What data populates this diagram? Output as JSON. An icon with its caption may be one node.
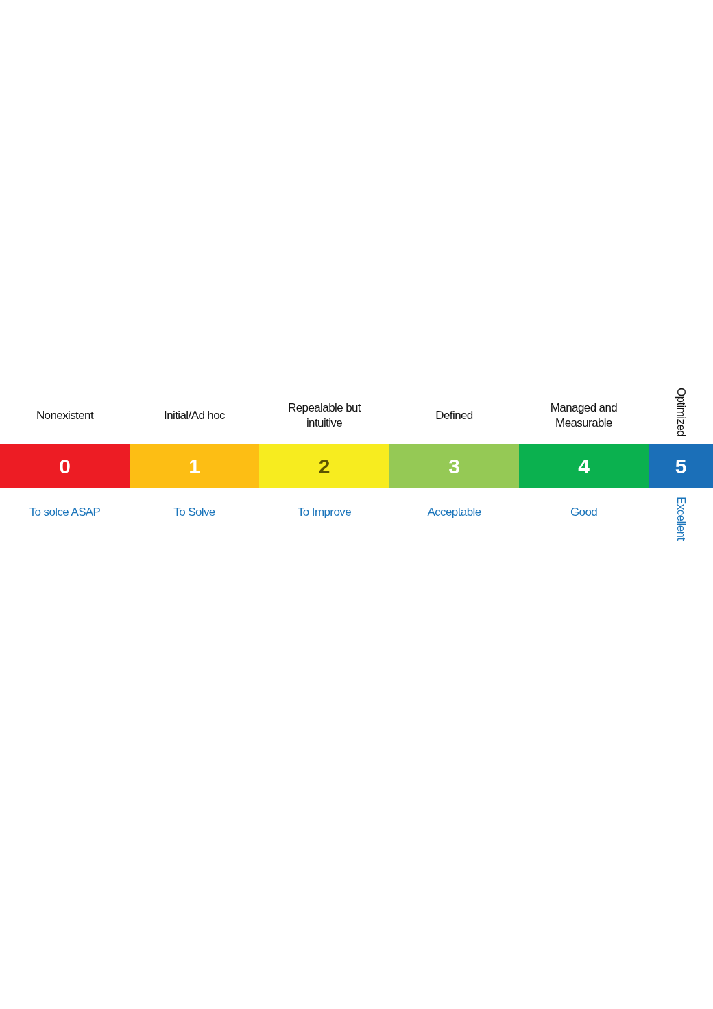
{
  "diagram": {
    "nodes": [
      {
        "text": [
          "0"
        ],
        "beside": [
          "Nonexistent",
          "To solce ASAP"
        ]
      },
      {
        "text": [
          "1"
        ],
        "beside": [
          "Initial/Ad hoc",
          "To Solve"
        ]
      },
      {
        "text": [
          "2"
        ],
        "beside": [
          "Repealable but intuitive",
          "To Improve"
        ]
      },
      {
        "text": [
          "3"
        ],
        "beside": [
          "Defined",
          "Acceptable"
        ]
      },
      {
        "text": [
          "4"
        ],
        "beside": [
          "Managed and Measurable",
          "Good"
        ]
      },
      {
        "text": [
          "5"
        ],
        "beside": [
          "Optimized",
          "Excellent"
        ]
      }
    ]
  }
}
